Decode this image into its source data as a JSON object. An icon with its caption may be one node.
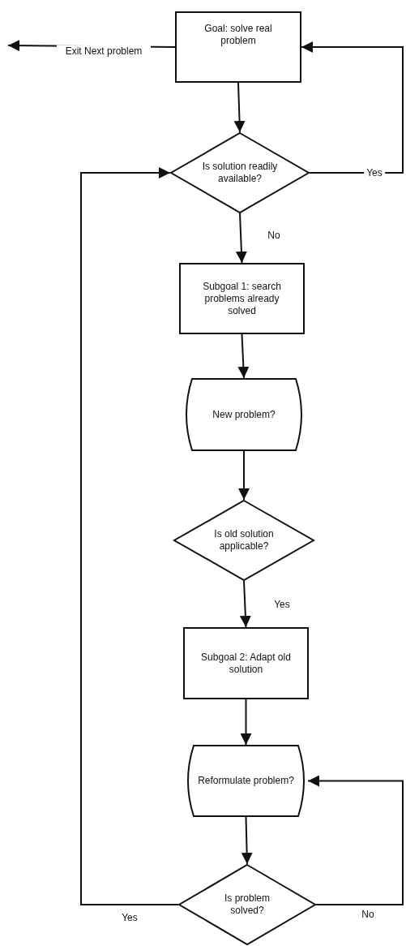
{
  "diagram": {
    "nodes": [
      {
        "text": [
          "Goal: solve real problem"
        ]
      },
      {
        "text": [
          "Is solution readily available?"
        ]
      },
      {
        "text": [
          "Subgoal 1: search problems already solved"
        ]
      },
      {
        "text": [
          "New problem?"
        ]
      },
      {
        "text": [
          "Is old solution applicable?"
        ]
      },
      {
        "text": [
          "Subgoal 2: Adapt old solution"
        ]
      },
      {
        "text": [
          "Reformulate problem?"
        ]
      },
      {
        "text": [
          "Is problem solved?"
        ]
      }
    ],
    "edges": [
      {
        "from": 0,
        "to": 1,
        "arrow": "to"
      },
      {
        "from": 1,
        "to": 2,
        "arrow": "to",
        "label": "No"
      },
      {
        "from": 2,
        "to": 3,
        "arrow": "to"
      },
      {
        "from": 3,
        "to": 4,
        "arrow": "to"
      },
      {
        "from": 4,
        "to": 5,
        "arrow": "to",
        "label": "Yes"
      },
      {
        "from": 5,
        "to": 6,
        "arrow": "to"
      },
      {
        "from": 6,
        "to": 7,
        "arrow": "to"
      },
      {
        "from": 7,
        "to": 1,
        "arrow": "to",
        "label": "Yes"
      },
      {
        "from": 1,
        "to": 0,
        "arrow": "to",
        "label": "Yes"
      },
      {
        "from": 7,
        "to": 6,
        "arrow": "to",
        "label": "No"
      },
      {
        "from": 0,
        "to": null,
        "arrow": "to",
        "label": "Exit Next problem"
      }
    ]
  }
}
